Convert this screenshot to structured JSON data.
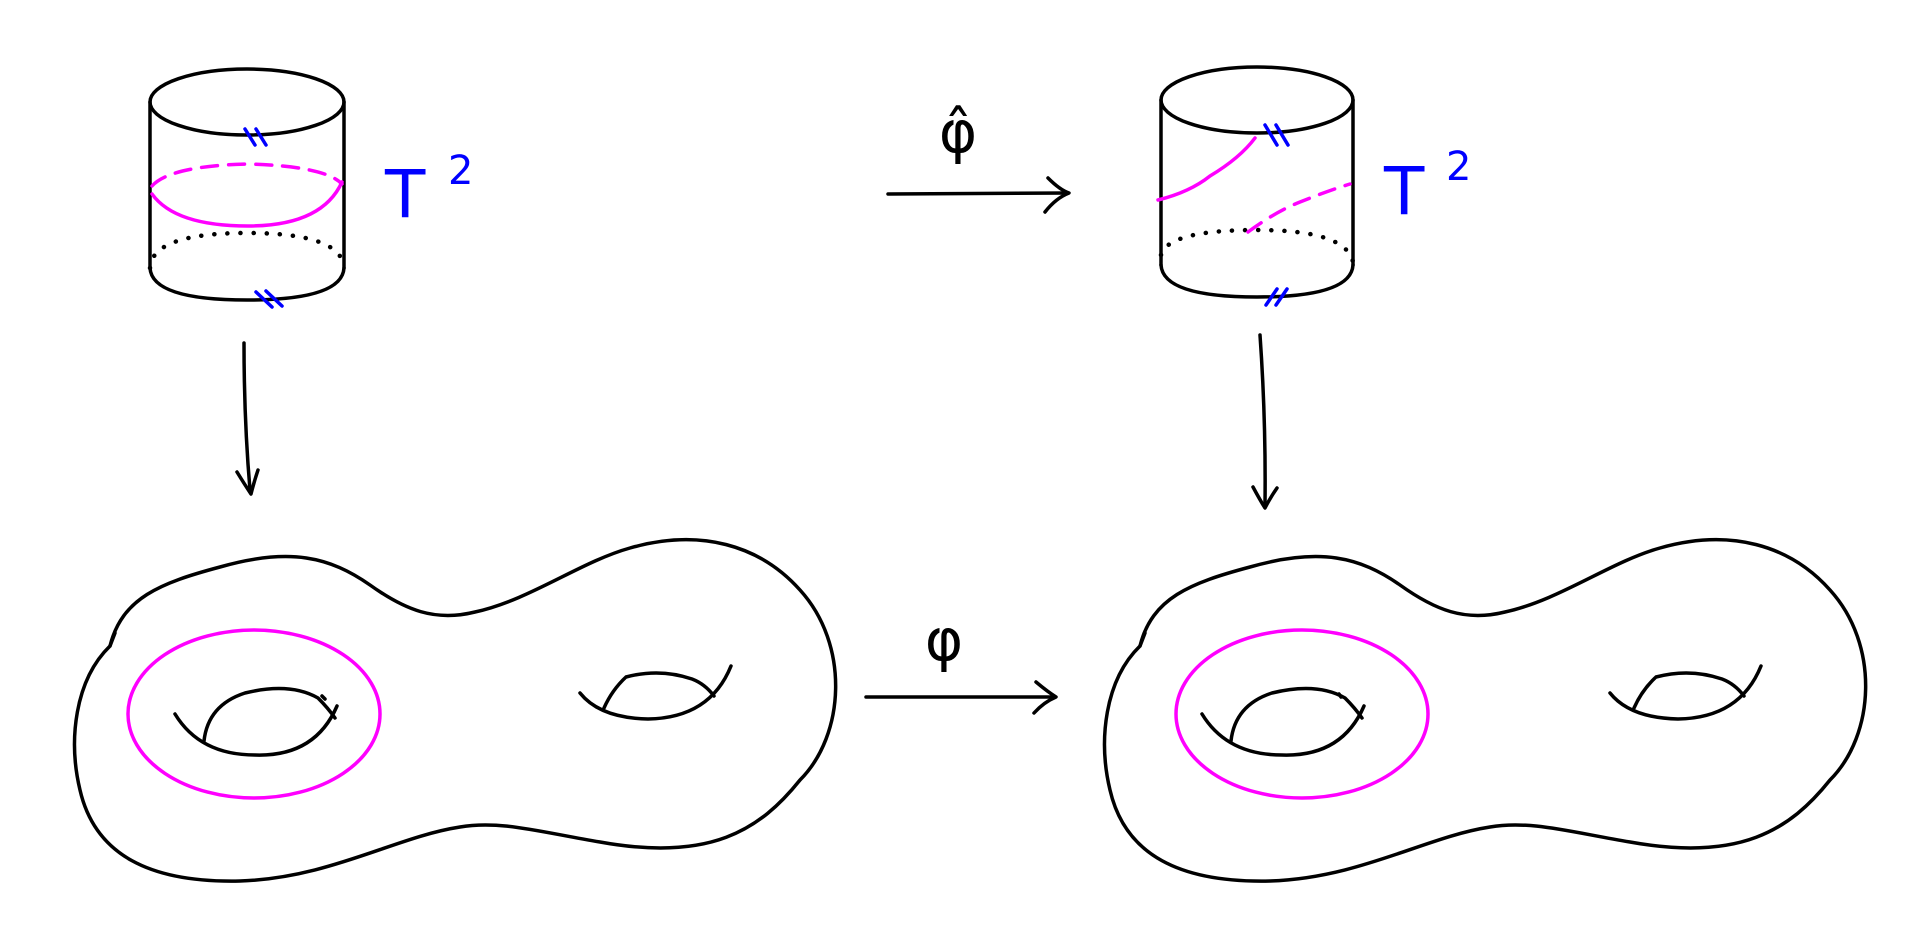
{
  "colors": {
    "ink": "#000000",
    "curve": "#ff00ff",
    "label": "#0000ff",
    "background": "#ffffff"
  },
  "labels": {
    "torus_left_base": "T",
    "torus_left_exp": "2",
    "torus_right_base": "T",
    "torus_right_exp": "2",
    "lift_map": "φ̂",
    "map": "φ"
  }
}
